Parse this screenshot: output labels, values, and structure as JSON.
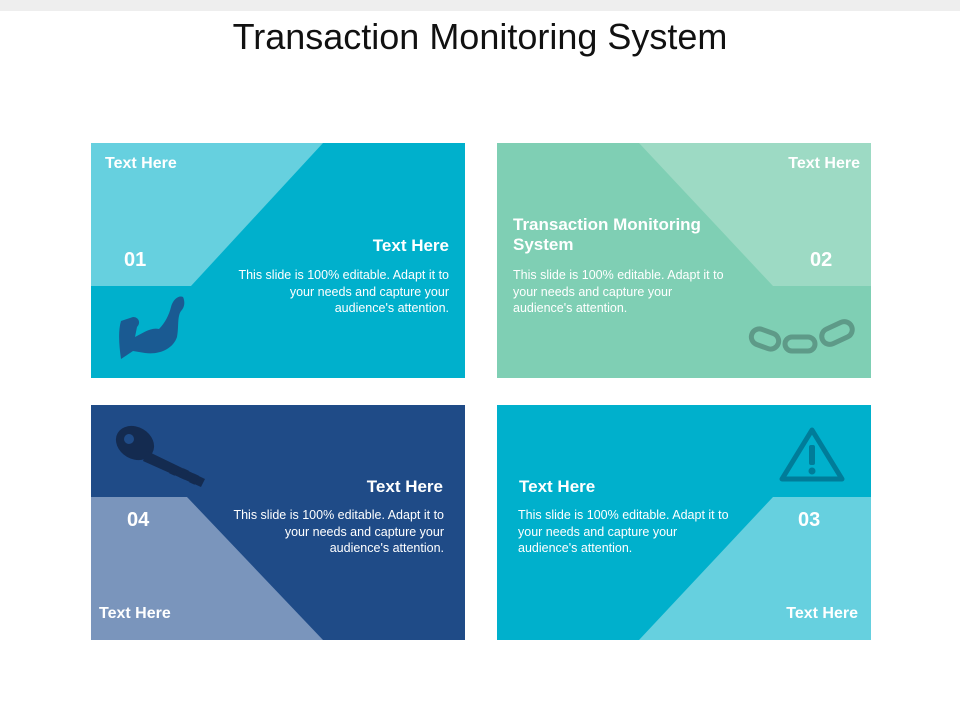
{
  "slide": {
    "title": "Transaction Monitoring System"
  },
  "colors": {
    "panel1_dark": "#00B0CC",
    "panel1_light": "#66D0DF",
    "panel2_dark": "#7FCFB4",
    "panel2_light": "#9DDAC4",
    "panel3_dark": "#00B0CC",
    "panel3_light": "#66D0DF",
    "panel4_dark": "#1F4B87",
    "panel4_light": "#7A95BC",
    "text": "#FFFFFF"
  },
  "panels": [
    {
      "number": "01",
      "corner_label": "Text Here",
      "heading": "Text Here",
      "body": "This slide is 100% editable. Adapt it to your needs and capture your audience's attention.",
      "icon": "flexed-bicep-icon"
    },
    {
      "number": "02",
      "corner_label": "Text Here",
      "heading": "Transaction Monitoring System",
      "body": "This slide is 100% editable. Adapt it to your needs and capture your audience's attention.",
      "icon": "chain-link-icon"
    },
    {
      "number": "03",
      "corner_label": "Text Here",
      "heading": "Text Here",
      "body": "This slide is 100% editable. Adapt it to your needs and capture your audience's attention.",
      "icon": "warning-triangle-icon"
    },
    {
      "number": "04",
      "corner_label": "Text Here",
      "heading": "Text Here",
      "body": "This slide is 100% editable. Adapt it to your needs and capture your audience's attention.",
      "icon": "key-icon"
    }
  ]
}
